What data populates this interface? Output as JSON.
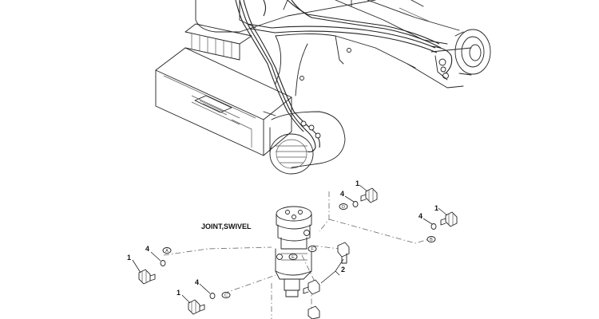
{
  "diagram": {
    "title": "JOINT,SWIVEL",
    "callouts": {
      "top_right_1": "1",
      "top_right_4": "4",
      "right_1": "1",
      "right_4": "4",
      "left_1": "1",
      "left_4": "4",
      "bottom_1": "1",
      "bottom_4": "4",
      "part_2": "2"
    },
    "bubbles": {
      "A": "A",
      "B": "B",
      "C": "C",
      "D": "D",
      "E": "E",
      "F": "F"
    }
  }
}
